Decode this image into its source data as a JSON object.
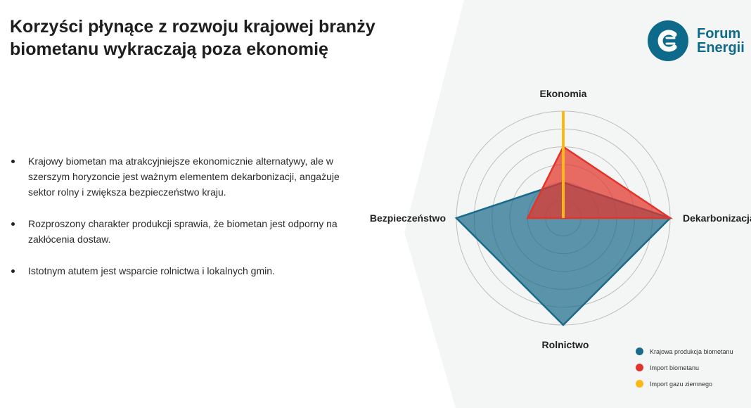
{
  "title": "Korzyści płynące z rozwoju krajowej branży biometanu wykraczają poza ekonomię",
  "bullets": [
    "Krajowy biometan ma  atrakcyjniejsze ekonomicznie alternatywy, ale w szerszym horyzoncie jest ważnym elementem dekarbonizacji, angażuje sektor rolny i zwiększa bezpieczeństwo kraju.",
    "Rozproszony charakter produkcji sprawia, że biometan jest odporny na zakłócenia dostaw.",
    "Istotnym atutem jest wsparcie rolnictwa i lokalnych gmin."
  ],
  "logo": {
    "line1": "Forum",
    "line2": "Energii",
    "color": "#0e6a8a"
  },
  "chart_data": {
    "type": "radar",
    "axes": [
      "Ekonomia",
      "Dekarbonizacja",
      "Rolnictwo",
      "Bezpieczeństwo"
    ],
    "range": [
      0,
      6
    ],
    "rings": 6,
    "series": [
      {
        "name": "Krajowa produkcja biometanu",
        "color": "#1a6a8c",
        "values": [
          2,
          6,
          6,
          6
        ]
      },
      {
        "name": "Import biometanu",
        "color": "#e3342a",
        "values": [
          4,
          6,
          0,
          2
        ]
      },
      {
        "name": "Import gazu ziemnego",
        "color": "#fbb817",
        "values": [
          6,
          0,
          0,
          0
        ]
      }
    ],
    "legend_position": "bottom-right"
  }
}
